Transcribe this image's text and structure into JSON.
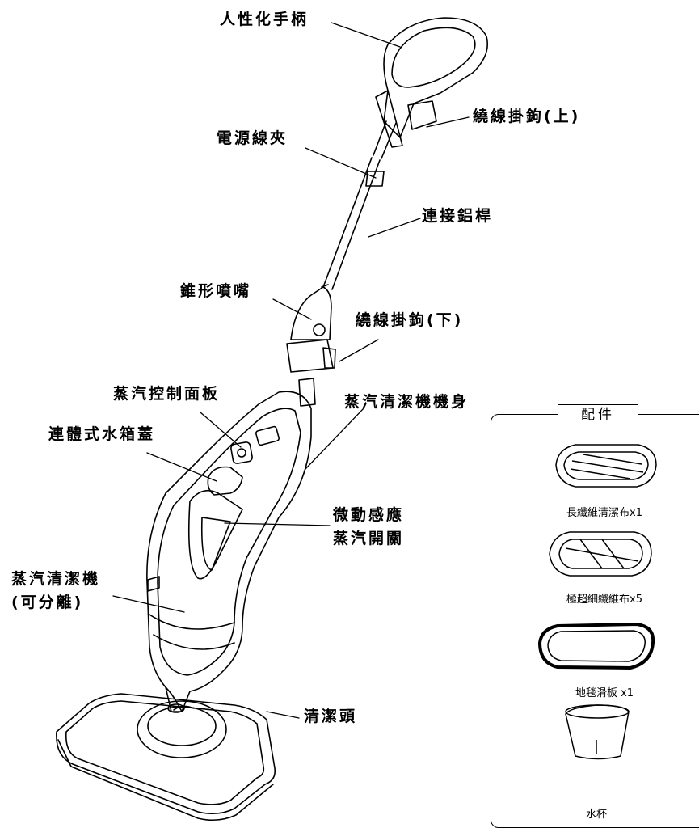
{
  "labels": {
    "handle": "人性化手柄",
    "cord_hook_upper": "繞線掛鉤(上)",
    "cord_clip": "電源線夾",
    "aluminum_rod": "連接鋁桿",
    "cone_nozzle": "錐形噴嘴",
    "cord_hook_lower": "繞線掛鉤(下)",
    "steam_panel": "蒸汽控制面板",
    "cleaner_body": "蒸汽清潔機機身",
    "tank_cap": "連體式水箱蓋",
    "micro_switch_1": "微動感應",
    "micro_switch_2": "蒸汽開關",
    "cleaner_detach_1": "蒸汽清潔機",
    "cleaner_detach_2": "(可分離)",
    "cleaning_head": "清潔頭"
  },
  "accessories": {
    "title": "配件",
    "items": [
      {
        "label": "長纖維清潔布x1"
      },
      {
        "label": "極超細纖維布x5"
      },
      {
        "label": "地毯滑板  x1"
      },
      {
        "label": "水杯"
      }
    ]
  }
}
